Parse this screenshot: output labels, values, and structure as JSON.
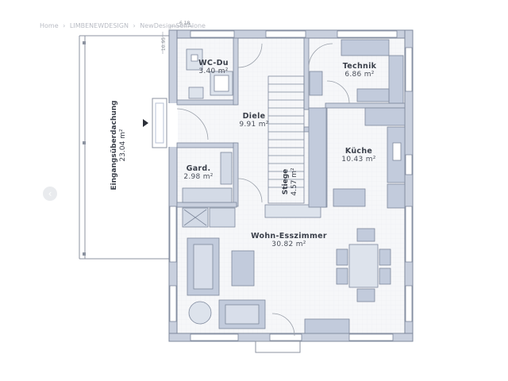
{
  "breadcrumb": {
    "items": [
      "Home",
      "LIMBENEWDESIGN",
      "NewDesignSelfAlone"
    ],
    "separator": "›"
  },
  "dimensions": {
    "top": "6.18",
    "left": "10.95"
  },
  "rooms": {
    "wc": {
      "name": "WC-Du",
      "area": "3.40 m²"
    },
    "technik": {
      "name": "Technik",
      "area": "6.86 m²"
    },
    "diele": {
      "name": "Diele",
      "area": "9.91 m²"
    },
    "kueche": {
      "name": "Küche",
      "area": "10.43 m²"
    },
    "gard": {
      "name": "Gard.",
      "area": "2.98 m²"
    },
    "stiege": {
      "name": "Stiege",
      "area": "4.57 m²"
    },
    "wohn": {
      "name": "Wohn-Esszimmer",
      "area": "30.82 m²"
    },
    "eingang": {
      "name": "Eingangsüberdachung",
      "area": "23.04 m²"
    }
  },
  "nav": {
    "prev_icon": "chevron-left-icon",
    "prev_symbol": "‹"
  },
  "colors": {
    "wall": "#9aa3b8",
    "wall_fill": "#c9d0de",
    "furniture": "#b7c2d6",
    "floor": "#f4f6f8",
    "text": "#3a3f4a"
  }
}
